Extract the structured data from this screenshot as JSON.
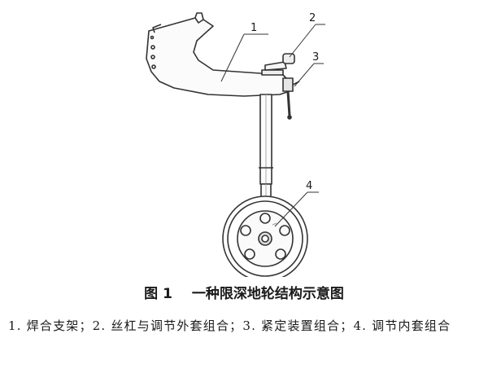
{
  "diagram": {
    "callouts": [
      {
        "id": "1",
        "label": "1"
      },
      {
        "id": "2",
        "label": "2"
      },
      {
        "id": "3",
        "label": "3"
      },
      {
        "id": "4",
        "label": "4"
      }
    ]
  },
  "caption": {
    "figure_number": "图 1",
    "title": "一种限深地轮结构示意图",
    "legend": "1. 焊合支架；2. 丝杠与调节外套组合；3. 紧定装置组合；4. 调节内套组合"
  }
}
